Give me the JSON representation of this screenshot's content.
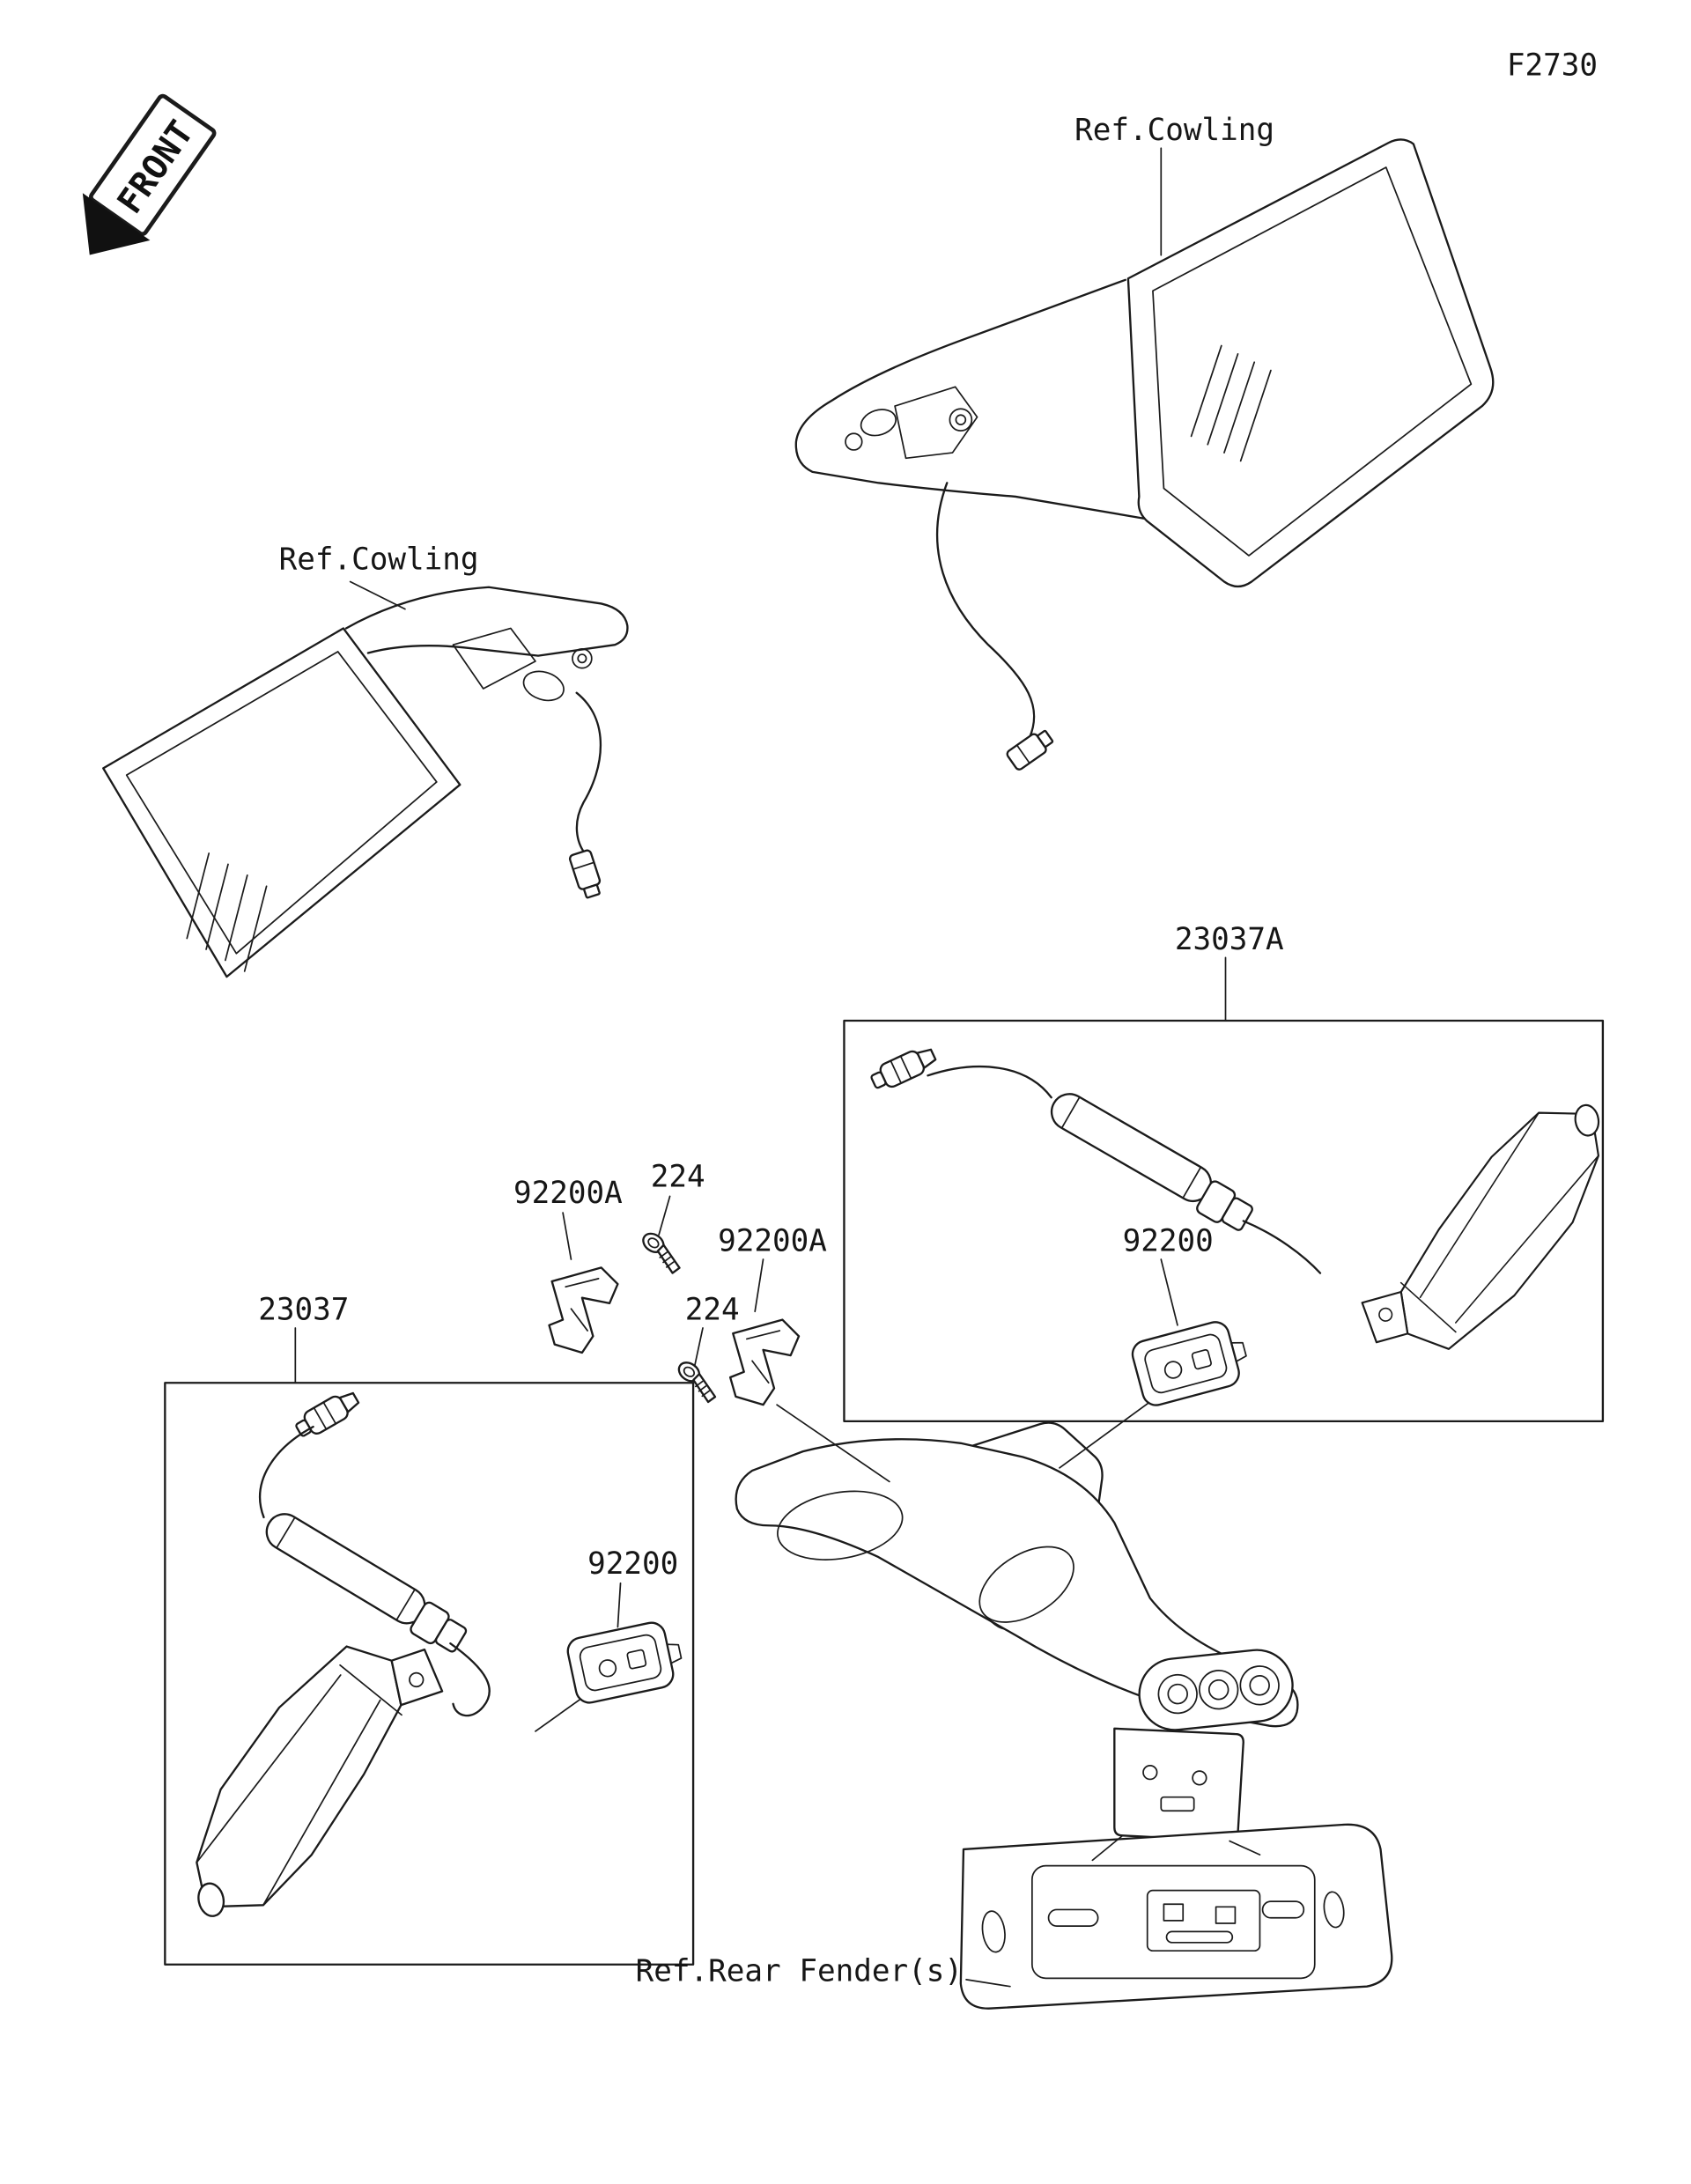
{
  "page": {
    "figure_code": "F2730"
  },
  "front_marker": {
    "label": "FRONT"
  },
  "references": {
    "cowling_right": "Ref.Cowling",
    "cowling_left": "Ref.Cowling",
    "rear_fender": "Ref.Rear Fender(s)"
  },
  "parts": {
    "signal_assembly_right": {
      "number": "23037A"
    },
    "signal_assembly_left": {
      "number": "23037"
    },
    "damper_front": {
      "number": "92200A"
    },
    "damper_rear": {
      "number": "92200A"
    },
    "screw_front": {
      "number": "224"
    },
    "screw_rear": {
      "number": "224"
    },
    "gasket_right": {
      "number": "92200"
    },
    "gasket_left": {
      "number": "92200"
    }
  }
}
